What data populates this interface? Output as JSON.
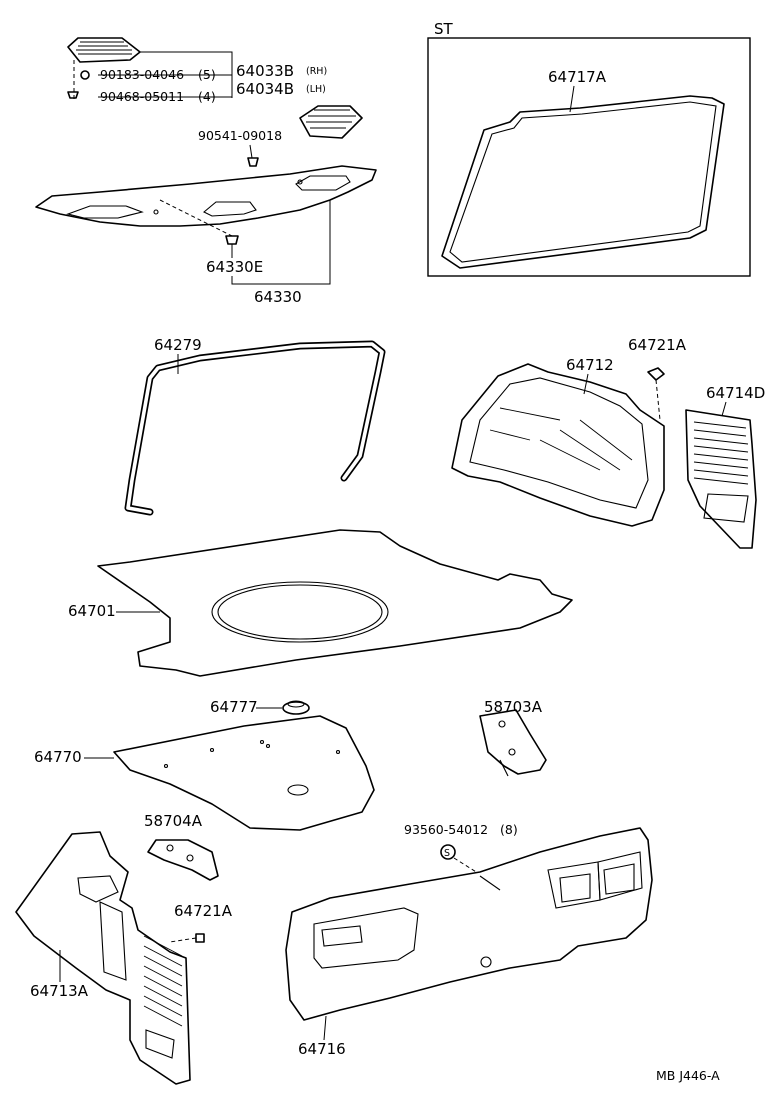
{
  "variant_box_label": "ST",
  "footer_code": "MB  J446-A",
  "parts": {
    "p64033b": "64033B",
    "p64033b_side": "(RH)",
    "p64034b": "64034B",
    "p64034b_side": "(LH)",
    "p90183": "90183-04046",
    "p90183_qty": "(5)",
    "p90468": "90468-05011",
    "p90468_qty": "(4)",
    "p90541": "90541-09018",
    "p64330e": "64330E",
    "p64330": "64330",
    "p64717a": "64717A",
    "p64279": "64279",
    "p64712": "64712",
    "p64721a_top": "64721A",
    "p64714d": "64714D",
    "p64701": "64701",
    "p64777": "64777",
    "p58703a": "58703A",
    "p64770": "64770",
    "p58704a": "58704A",
    "p93560": "93560-54012",
    "p93560_qty": "(8)",
    "p64721a_bottom": "64721A",
    "p64713a": "64713A",
    "p64716": "64716"
  }
}
